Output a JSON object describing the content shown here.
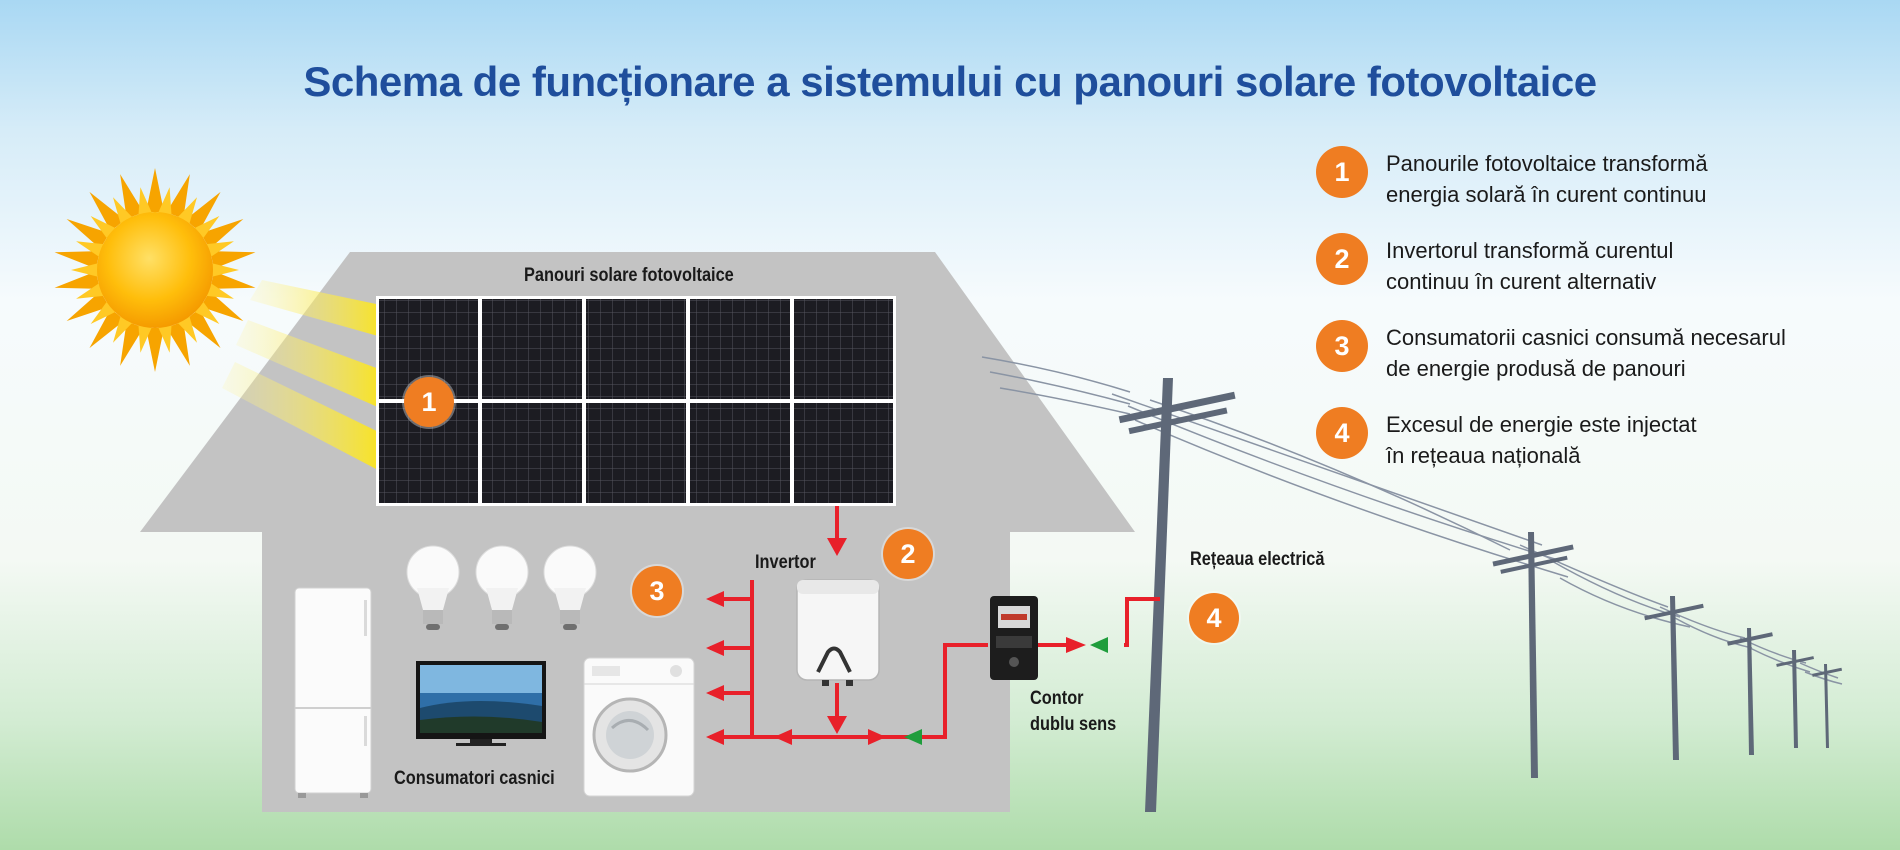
{
  "title": "Schema de funcționare a sistemului cu panouri solare fotovoltaice",
  "labels": {
    "panels": "Panouri solare fotovoltaice",
    "inverter": "Invertor",
    "consumers": "Consumatori casnici",
    "meter_line1": "Contor",
    "meter_line2": "dublu sens",
    "grid": "Rețeaua electrică"
  },
  "badges": [
    "1",
    "2",
    "3",
    "4"
  ],
  "legend": [
    {
      "number": "1",
      "line1": "Panourile fotovoltaice transformă",
      "line2": "energia solară în curent continuu"
    },
    {
      "number": "2",
      "line1": "Invertorul transformă curentul",
      "line2": "continuu în curent alternativ"
    },
    {
      "number": "3",
      "line1": "Consumatorii casnici consumă necesarul",
      "line2": "de energie produsă de panouri"
    },
    {
      "number": "4",
      "line1": "Excesul de energie este injectat",
      "line2": "în rețeaua națională"
    }
  ],
  "colors": {
    "title": "#1f4e9c",
    "badge": "#ef7d22",
    "house": "#c3c3c3",
    "wire": "#e8202a",
    "arrow_export": "#1f9d3c"
  },
  "icons": [
    "sun-icon",
    "solar-panel-icon",
    "inverter-icon",
    "light-bulb-icon",
    "fridge-icon",
    "tv-icon",
    "washing-machine-icon",
    "electric-meter-icon",
    "utility-pole-icon"
  ]
}
